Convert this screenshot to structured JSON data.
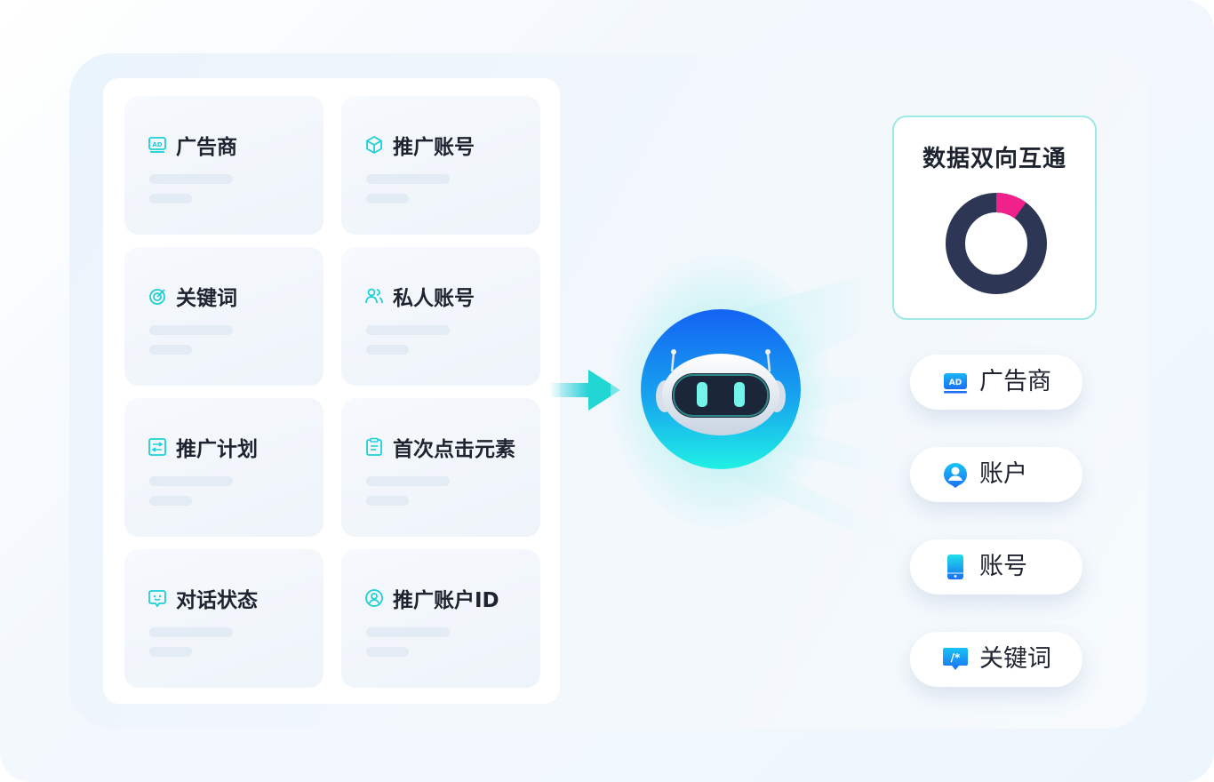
{
  "cards": [
    {
      "label": "广告商",
      "icon": "ad-icon"
    },
    {
      "label": "推广账号",
      "icon": "cube-icon"
    },
    {
      "label": "关键词",
      "icon": "target-icon"
    },
    {
      "label": "私人账号",
      "icon": "users-icon"
    },
    {
      "label": "推广计划",
      "icon": "plan-icon"
    },
    {
      "label": "首次点击元素",
      "icon": "clipboard-icon"
    },
    {
      "label": "对话状态",
      "icon": "chat-face-icon"
    },
    {
      "label": "推广账户ID",
      "icon": "user-circle-icon"
    }
  ],
  "stat": {
    "title": "数据双向互通",
    "donut_highlight_fraction": 0.1,
    "colors": {
      "ring": "#2d3654",
      "highlight": "#f0218b"
    }
  },
  "pills": [
    {
      "label": "广告商",
      "icon": "ad-badge-icon"
    },
    {
      "label": "账户",
      "icon": "account-pin-icon"
    },
    {
      "label": "账号",
      "icon": "phone-icon"
    },
    {
      "label": "关键词",
      "icon": "keyword-chat-icon"
    }
  ],
  "colors": {
    "accent": "#1ecfd6",
    "brand_blue": "#1a6ff3"
  }
}
